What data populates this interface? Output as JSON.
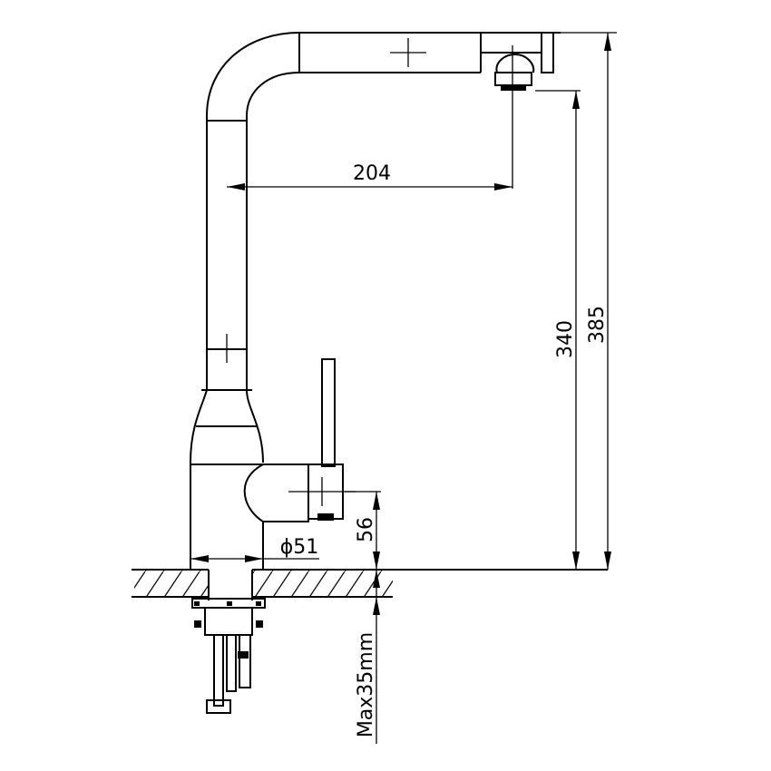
{
  "dimensions": {
    "spout_reach": "204",
    "spout_height": "340",
    "total_height": "385",
    "lever_height": "56",
    "base_diameter": "ϕ51",
    "max_mounting_thickness": "Max35mm"
  }
}
